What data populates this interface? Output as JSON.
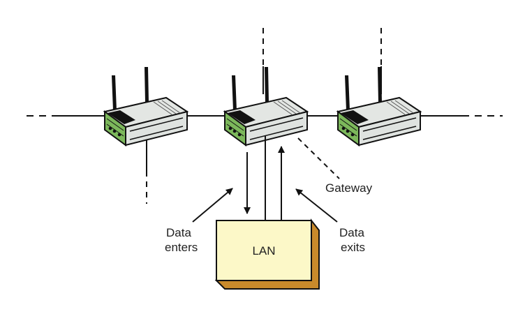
{
  "diagram": {
    "labels": {
      "gateway": "Gateway",
      "data_enters_1": "Data",
      "data_enters_2": "enters",
      "data_exits_1": "Data",
      "data_exits_2": "exits",
      "lan": "LAN"
    },
    "nodes": [
      {
        "name": "router-left",
        "icon": "wireless-router-icon"
      },
      {
        "name": "router-gateway",
        "icon": "wireless-router-icon"
      },
      {
        "name": "router-right",
        "icon": "wireless-router-icon"
      }
    ],
    "colors": {
      "router_green": "#7cb85b",
      "router_body": "#e4e8e6",
      "lan_face": "#fcf8c8",
      "lan_side": "#c98a2b",
      "line": "#111111"
    }
  }
}
